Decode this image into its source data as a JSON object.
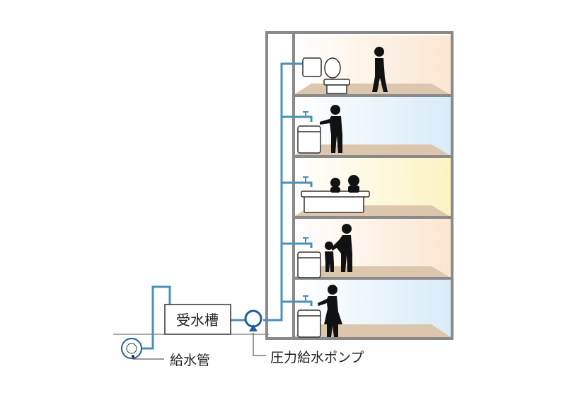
{
  "labels": {
    "tank": "受水槽",
    "supply_pipe": "給水管",
    "pump": "圧力給水ポンプ"
  },
  "colors": {
    "pipe": "#4a90b8",
    "building_wall": "#8a8a8a",
    "floor": "#d9c4ad",
    "silhouette": "#111111",
    "room_toilet": "#fdf1e4",
    "room_kitchen_upper": "#e6f3fb",
    "room_bath": "#fdf8d8",
    "room_kitchen_middle": "#fdf1e4",
    "room_kitchen_lower": "#e6f3fb"
  },
  "floors": [
    {
      "room": "toilet",
      "color_key": "room_toilet"
    },
    {
      "room": "kitchen",
      "color_key": "room_kitchen_upper"
    },
    {
      "room": "bath",
      "color_key": "room_bath"
    },
    {
      "room": "kitchen",
      "color_key": "room_kitchen_middle"
    },
    {
      "room": "kitchen",
      "color_key": "room_kitchen_lower"
    }
  ]
}
